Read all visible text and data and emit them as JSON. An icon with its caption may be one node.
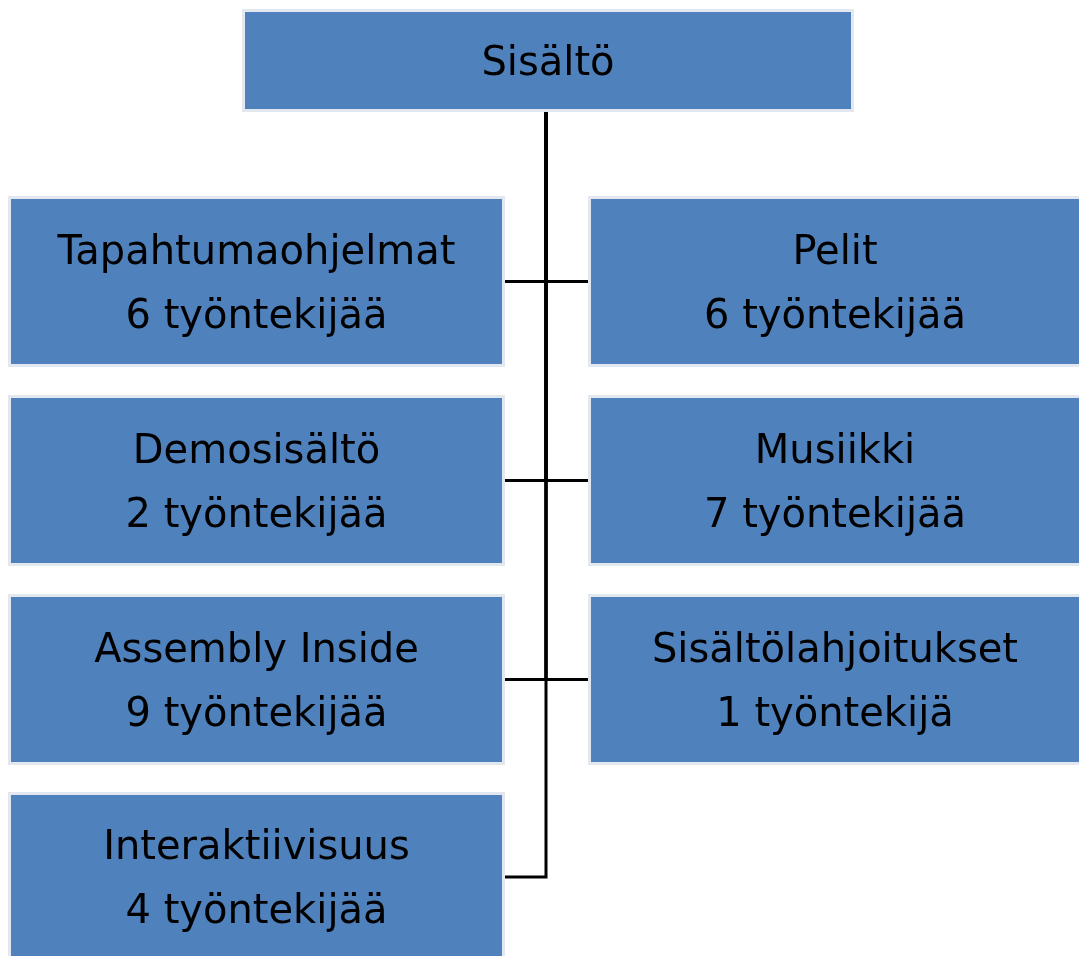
{
  "diagram": {
    "nodes": [
      {
        "text": [
          "Sisältö"
        ]
      },
      {
        "text": [
          "Tapahtumaohjelmat",
          "6 työntekijää"
        ]
      },
      {
        "text": [
          "Pelit",
          "6 työntekijää"
        ]
      },
      {
        "text": [
          "Demosisältö",
          "2 työntekijää"
        ]
      },
      {
        "text": [
          "Musiikki",
          "7 työntekijää"
        ]
      },
      {
        "text": [
          "Assembly Inside",
          "9 työntekijää"
        ]
      },
      {
        "text": [
          "Sisältölahjoitukset",
          "1 työntekijä"
        ]
      },
      {
        "text": [
          "Interaktiivisuus",
          "4 työntekijää"
        ]
      }
    ],
    "edges": [
      {
        "from": 0,
        "to": 1,
        "arrow": "none"
      },
      {
        "from": 0,
        "to": 2,
        "arrow": "none"
      },
      {
        "from": 0,
        "to": 3,
        "arrow": "none"
      },
      {
        "from": 0,
        "to": 4,
        "arrow": "none"
      },
      {
        "from": 0,
        "to": 5,
        "arrow": "none"
      },
      {
        "from": 0,
        "to": 6,
        "arrow": "none"
      },
      {
        "from": 0,
        "to": 7,
        "arrow": "none"
      }
    ]
  }
}
